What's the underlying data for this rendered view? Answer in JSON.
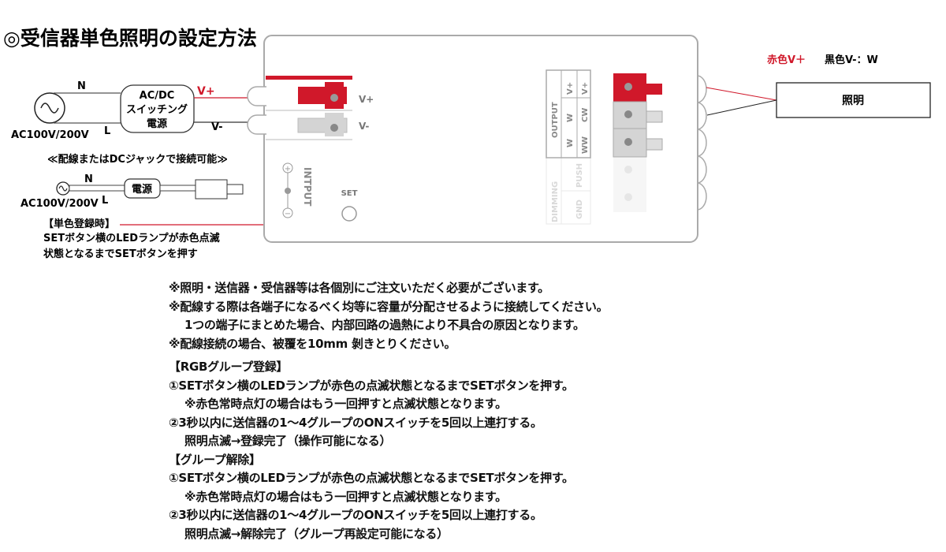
{
  "title": "◎受信器単色照明の設定方法",
  "input_wiring": {
    "source_label": "AC100V/200V",
    "n_label": "N",
    "l_label": "L",
    "psu_lines": [
      "AC/DC",
      "スイッチング",
      "電源"
    ],
    "vplus_label": "V+",
    "vminus_label": "V-"
  },
  "alt_wiring": {
    "caption": "≪配線またはDCジャックで接続可能≫",
    "n_label": "N",
    "l_label": "L",
    "psu_label": "電源",
    "source_label": "AC100V/200V"
  },
  "mono_register": {
    "heading": "【単色登録時】",
    "lines": [
      "SETボタン横のLEDランプが赤色点滅",
      "状態となるまでSETボタンを押す"
    ]
  },
  "device": {
    "in_vplus": "V+",
    "in_vminus": "V-",
    "input_label": "INTPUT",
    "set_label": "SET",
    "output_label": "OUTPUT",
    "col1": [
      "V+",
      "W",
      "W"
    ],
    "col2": [
      "V+",
      "CW",
      "WW"
    ],
    "dimming_label": "DIMMING",
    "push_label": "PUSH",
    "gnd_label": "GND"
  },
  "output_wiring": {
    "red_label": "赤色V＋",
    "black_label": "黒色V-：W",
    "load_label": "照明"
  },
  "notes": [
    "※照明・送信器・受信器等は各個別にご注文いただく必要がございます。",
    "※配線する際は各端子になるべく均等に容量が分配させるように接続してください。",
    "1つの端子にまとめた場合、内部回路の過熱により不具合の原因となります。",
    "※配線接続の場合、被覆を10mm 剝きとりください。"
  ],
  "rgb_group": {
    "heading": "【RGBグループ登録】",
    "step1": "①SETボタン横のLEDランプが赤色の点滅状態となるまでSETボタンを押す。",
    "step1_note": "※赤色常時点灯の場合はもう一回押すと点滅状態となります。",
    "step2": "②3秒以内に送信器の1～4グループのONスイッチを5回以上連打する。",
    "step2_result": "照明点滅→登録完了（操作可能になる）"
  },
  "group_release": {
    "heading": "【グループ解除】",
    "step1": "①SETボタン横のLEDランプが赤色の点滅状態となるまでSETボタンを押す。",
    "step1_note": "※赤色常時点灯の場合はもう一回押すと点滅状態となります。",
    "step2": "②3秒以内に送信器の1～4グループのONスイッチを5回以上連打する。",
    "step2_result": "照明点滅→解除完了（グループ再設定可能になる）"
  },
  "colors": {
    "red": "#d0182a",
    "gray": "#d4d4d4",
    "line": "#555555"
  }
}
